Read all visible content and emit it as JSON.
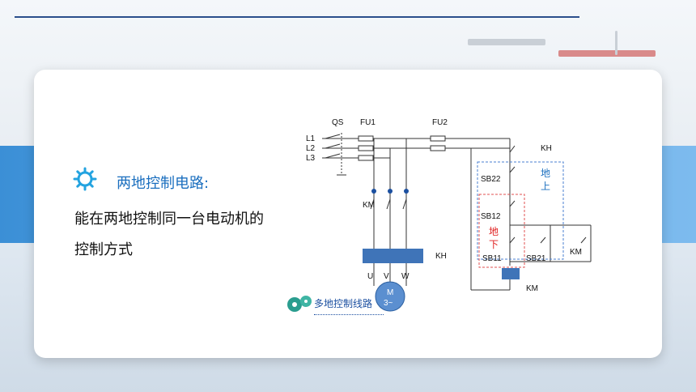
{
  "slide": {
    "heading": "两地控制电路:",
    "body": "能在两地控制同一台电动机的控制方式"
  },
  "diagram": {
    "labels": {
      "qs": "QS",
      "fu1": "FU1",
      "fu2": "FU2",
      "l1": "L1",
      "l2": "L2",
      "l3": "L3",
      "km_contacts": "KM",
      "kh_relay": "KH",
      "kh_contact": "KH",
      "sb22": "SB22",
      "sb12": "SB12",
      "sb11": "SB11",
      "sb21": "SB21",
      "km_aux": "KM",
      "km_coil": "KM",
      "u": "U",
      "v": "V",
      "w": "W",
      "motor_m": "M",
      "motor_phase": "3~",
      "place_a_1": "地",
      "place_a_2": "上",
      "place_b_1": "地",
      "place_b_2": "下"
    },
    "logo_text": "多地控制线路"
  },
  "colors": {
    "accent": "#1b6fbf",
    "relay_fill": "#3f74b8",
    "red_label": "#e02020",
    "dashed_blue": "#4a7fd0",
    "dashed_red": "#e05050"
  }
}
